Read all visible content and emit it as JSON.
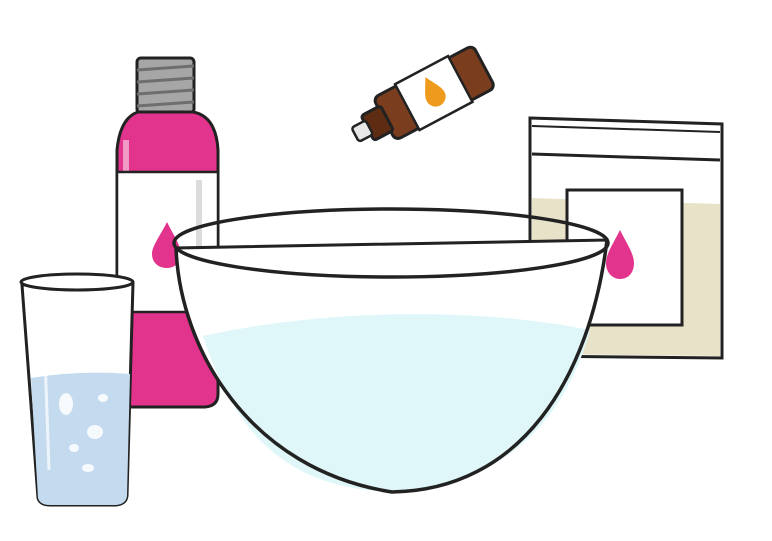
{
  "scene": {
    "objects": [
      {
        "id": "pink-bottle",
        "icon": "pink-bottle-icon",
        "color": "#e2338d"
      },
      {
        "id": "essential-oil-bottle",
        "icon": "amber-dropper-bottle-icon",
        "color": "#7a3d1d"
      },
      {
        "id": "drop-symbol",
        "icon": "drop-icon",
        "color": "#ee9a1c"
      },
      {
        "id": "powder-bag",
        "icon": "powder-bag-icon",
        "color": "#e8e3c8"
      },
      {
        "id": "bowl",
        "icon": "bowl-icon",
        "color": "#dff7f8"
      },
      {
        "id": "water-glass",
        "icon": "glass-of-water-icon",
        "color": "#c4dbef"
      }
    ]
  }
}
